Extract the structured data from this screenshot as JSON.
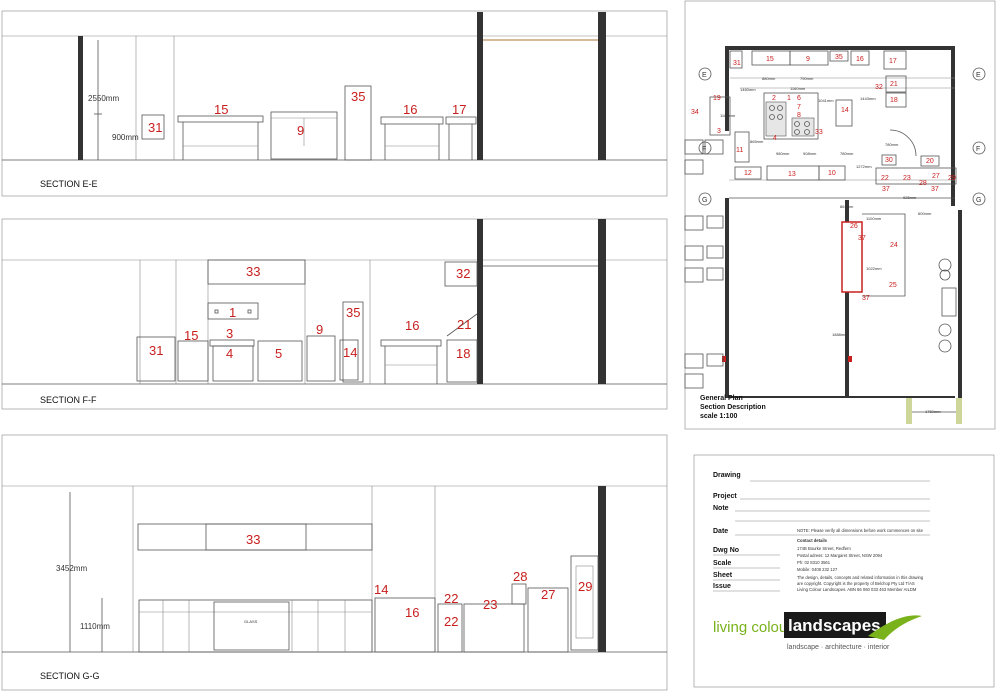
{
  "sections": {
    "ee": {
      "caption": "SECTION E-E",
      "dim_height": "2550mm",
      "dim_bench": "900mm",
      "tags": [
        "31",
        "15",
        "9",
        "35",
        "16",
        "17"
      ]
    },
    "ff": {
      "caption": "SECTION F-F",
      "tags": [
        "33",
        "32",
        "1",
        "35",
        "3",
        "9",
        "16",
        "21",
        "31",
        "15",
        "4",
        "5",
        "14",
        "18"
      ]
    },
    "gg": {
      "caption": "SECTION G-G",
      "dim_height": "3452mm",
      "dim_bench": "1110mm",
      "glass_label": "GLASS",
      "tags": [
        "33",
        "14",
        "16",
        "22",
        "23",
        "28",
        "27",
        "29",
        "22"
      ]
    }
  },
  "plan": {
    "title": "General Plan",
    "subtitle": "Section Description",
    "scale": "scale 1:100",
    "markers": [
      "E",
      "E",
      "F",
      "F",
      "G",
      "G"
    ],
    "tags": [
      "31",
      "15",
      "9",
      "35",
      "16",
      "17",
      "32",
      "21",
      "19",
      "18",
      "2",
      "1",
      "6",
      "7",
      "8",
      "34",
      "14",
      "33",
      "4",
      "3",
      "11",
      "30",
      "20",
      "12",
      "13",
      "10",
      "22",
      "23",
      "28",
      "27",
      "29",
      "37",
      "37",
      "26",
      "37",
      "24",
      "25",
      "37"
    ],
    "dims": [
      "880mm",
      "790mm",
      "1460mm",
      "1160mm",
      "1041mm",
      "1443mm",
      "1182mm",
      "780mm",
      "865mm",
      "980mm",
      "908mm",
      "780mm",
      "1272mm",
      "861mm",
      "925mm",
      "1100mm",
      "600mm",
      "1022mm",
      "1888mm",
      "1750mm"
    ]
  },
  "title_block": {
    "drawing": "Drawing",
    "project": "Project",
    "note": "Note",
    "date": "Date",
    "dwg_no": "Dwg No",
    "scale": "Scale",
    "sheet": "Sheet",
    "issue": "Issue",
    "note_text": "NOTE: Please verify all dimensions before work commences on site",
    "contact_heading": "Contact details",
    "contact_lines": [
      "174B Bourke Street, Redfern",
      "Postal adress: 12 Margaret Street, NSW 2094",
      "Ph: 02 8310 3561",
      "Mobile: 0408 232 127"
    ],
    "copyright_lines": [
      "The design, details, concepts and related information  in  this drawing",
      "are copyright. Copyright is the property of Belchop Pty Ltd T/AS",
      "Living Colour Landscapes. ABN 66 060 033 463      Member AILDM"
    ]
  },
  "logo": {
    "word_a": "living colour",
    "word_b": "landscapes",
    "tagline": "landscape  ·  architecture  ·  interior"
  }
}
